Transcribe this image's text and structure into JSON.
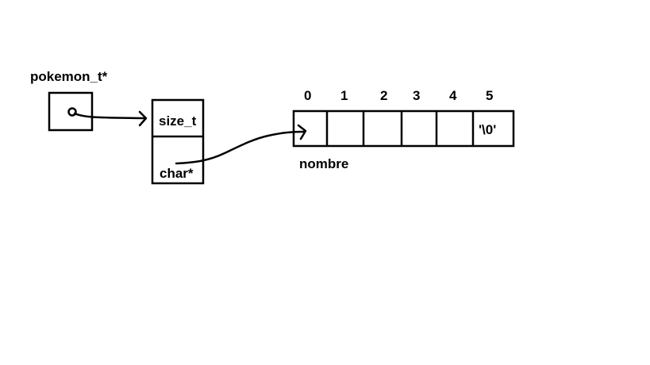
{
  "pointer": {
    "label": "pokemon_t*"
  },
  "struct": {
    "fields": [
      "size_t",
      "char*"
    ]
  },
  "array": {
    "indices": [
      "0",
      "1",
      "2",
      "3",
      "4",
      "5"
    ],
    "cells": [
      "",
      "",
      "",
      "",
      "",
      "'\\0'"
    ],
    "label": "nombre"
  },
  "colors": {
    "ink": "#000000",
    "background": "#ffffff"
  }
}
